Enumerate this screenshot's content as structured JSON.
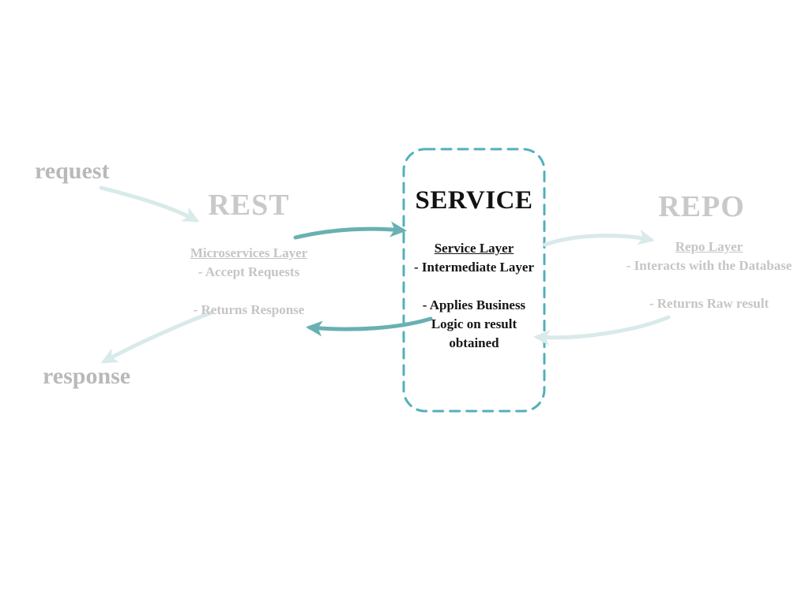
{
  "diagram": {
    "request_label": "request",
    "response_label": "response",
    "rest": {
      "title": "REST",
      "layer_name": "Microservices Layer",
      "point_accept": "- Accept Requests",
      "point_returns": "- Returns Response"
    },
    "service": {
      "title": "SERVICE",
      "layer_name": "Service Layer",
      "point_intermediate": "- Intermediate Layer",
      "point_business": "- Applies Business Logic on result obtained"
    },
    "repo": {
      "title": "REPO",
      "layer_name": "Repo Layer",
      "point_interacts": "- Interacts with the Database",
      "point_returns": "- Returns Raw result"
    }
  },
  "colors": {
    "arrow_strong_teal": "#69b0b2",
    "arrow_light_teal": "#d8eae9",
    "service_box_border": "#53b0bb",
    "heading_gray": "#c9c9c9",
    "body_gray": "#c5c5c5",
    "label_gray": "#b9b9b9",
    "service_text_black": "#141414"
  }
}
